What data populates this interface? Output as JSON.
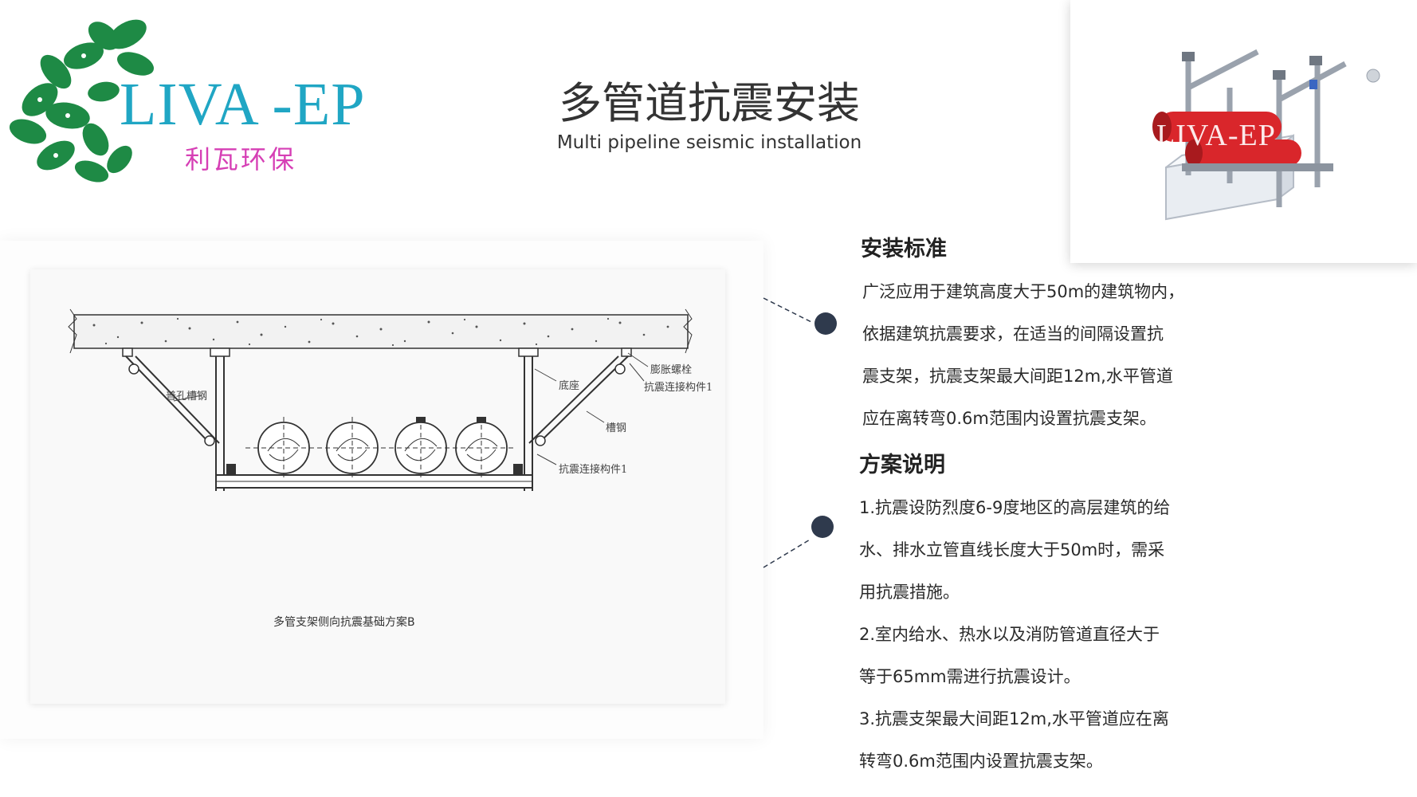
{
  "logo": {
    "brand": "LIVA -EP",
    "chinese_name": "利瓦环保",
    "icon": "leaf-cluster-icon"
  },
  "header": {
    "title": "多管道抗震安装",
    "subtitle": "Multi pipeline seismic installation"
  },
  "photo": {
    "icon": "pipe-support-product-image",
    "watermark": "LIVA-EP"
  },
  "drawing": {
    "labels": {
      "perforated_channel": "普孔槽钢",
      "base_plate": "底座",
      "expansion_bolt": "膨胀螺栓",
      "connector_top": "抗震连接构件1",
      "channel_steel": "槽钢",
      "connector_bottom": "抗震连接构件1"
    },
    "caption": "多管支架侧向抗震基础方案B"
  },
  "sections": [
    {
      "heading": "安装标准",
      "lines": [
        "广泛应用于建筑高度大于50m的建筑物内，",
        "依据建筑抗震要求，在适当的间隔设置抗",
        "震支架，抗震支架最大间距12m,水平管道",
        "应在离转弯0.6m范围内设置抗震支架。"
      ]
    },
    {
      "heading": "方案说明",
      "lines": [
        "1.抗震设防烈度6-9度地区的高层建筑的给",
        "水、排水立管直线长度大于50m时，需采",
        "用抗震措施。",
        "2.室内给水、热水以及消防管道直径大于",
        "等于65mm需进行抗震设计。",
        "3.抗震支架最大间距12m,水平管道应在离",
        "转弯0.6m范围内设置抗震支架。"
      ]
    }
  ],
  "colors": {
    "accent_dot": "#2f3a4d",
    "logo_green": "#1e8a45",
    "logo_blue": "#20a6c4",
    "logo_pink": "#d63fb5",
    "pipe_red": "#d9262b"
  }
}
